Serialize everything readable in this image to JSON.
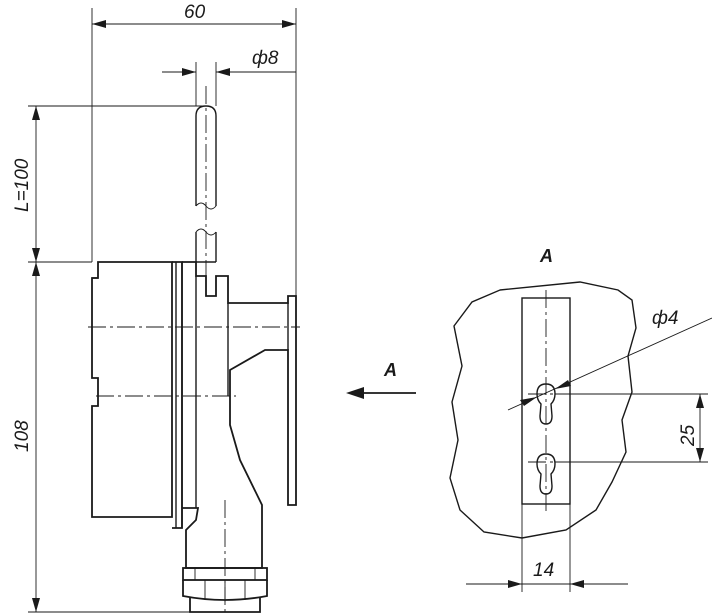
{
  "drawing": {
    "dim_width": "60",
    "dim_diameter_stem": "ф8",
    "dim_stem_length": "L=100",
    "dim_height": "108",
    "view_arrow_label": "A",
    "view_title": "A",
    "dim_hole_diameter": "ф4",
    "dim_hole_spacing": "25",
    "dim_strip_width": "14"
  }
}
